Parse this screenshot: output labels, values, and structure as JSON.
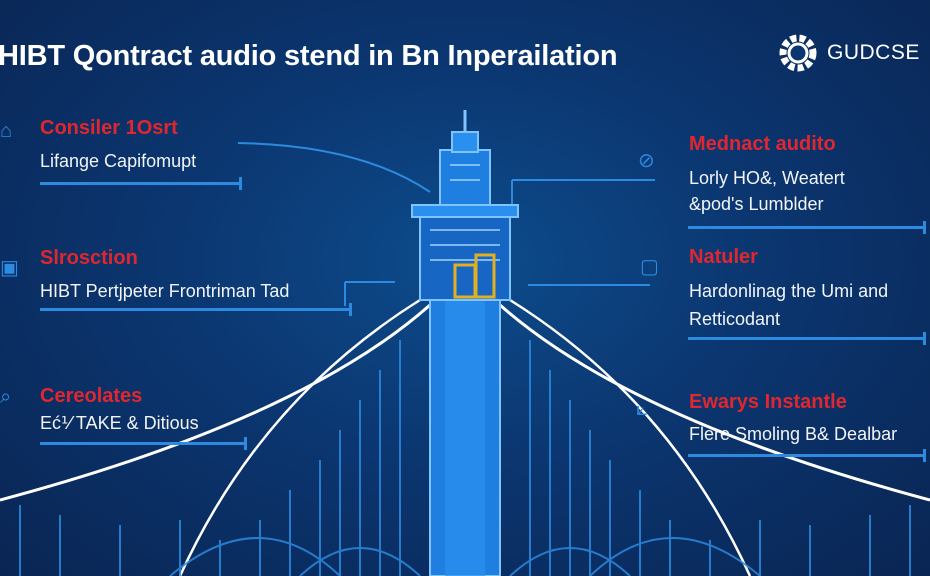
{
  "header": {
    "title": "HIBT Qontract audio stend in Bn Inperailation",
    "logo_text": "GUDCSE"
  },
  "left_sections": [
    {
      "icon": "building-icon",
      "heading": "Consiler 1Osrt",
      "body": [
        "Lifange Capifomupt"
      ]
    },
    {
      "icon": "document-icon",
      "heading": "Slroscti​on",
      "body": [
        "HIBT Pertjpeter Frontriman Tad"
      ]
    },
    {
      "icon": "search-icon",
      "heading": "Cereolates",
      "body": [
        "Eć⅟ TAKE & Ditious"
      ]
    }
  ],
  "right_sections": [
    {
      "icon": "gauge-icon",
      "heading": "Mednact audito",
      "body": [
        "Lorly HO&, Weatert",
        "&pod's Lumblder"
      ]
    },
    {
      "icon": "chat-icon",
      "heading": "Natuler",
      "body": [
        "Hardonlinag the Umi and",
        "Retticodant"
      ]
    },
    {
      "icon": "chart-icon",
      "heading": "Ewarys Instantle",
      "body": [
        "Flere Smoling B& Dealbar"
      ]
    }
  ],
  "colors": {
    "accent": "#2c8ae0",
    "heading": "#e0262e",
    "tower": "#1f7fe0",
    "gold": "#e0b020"
  }
}
